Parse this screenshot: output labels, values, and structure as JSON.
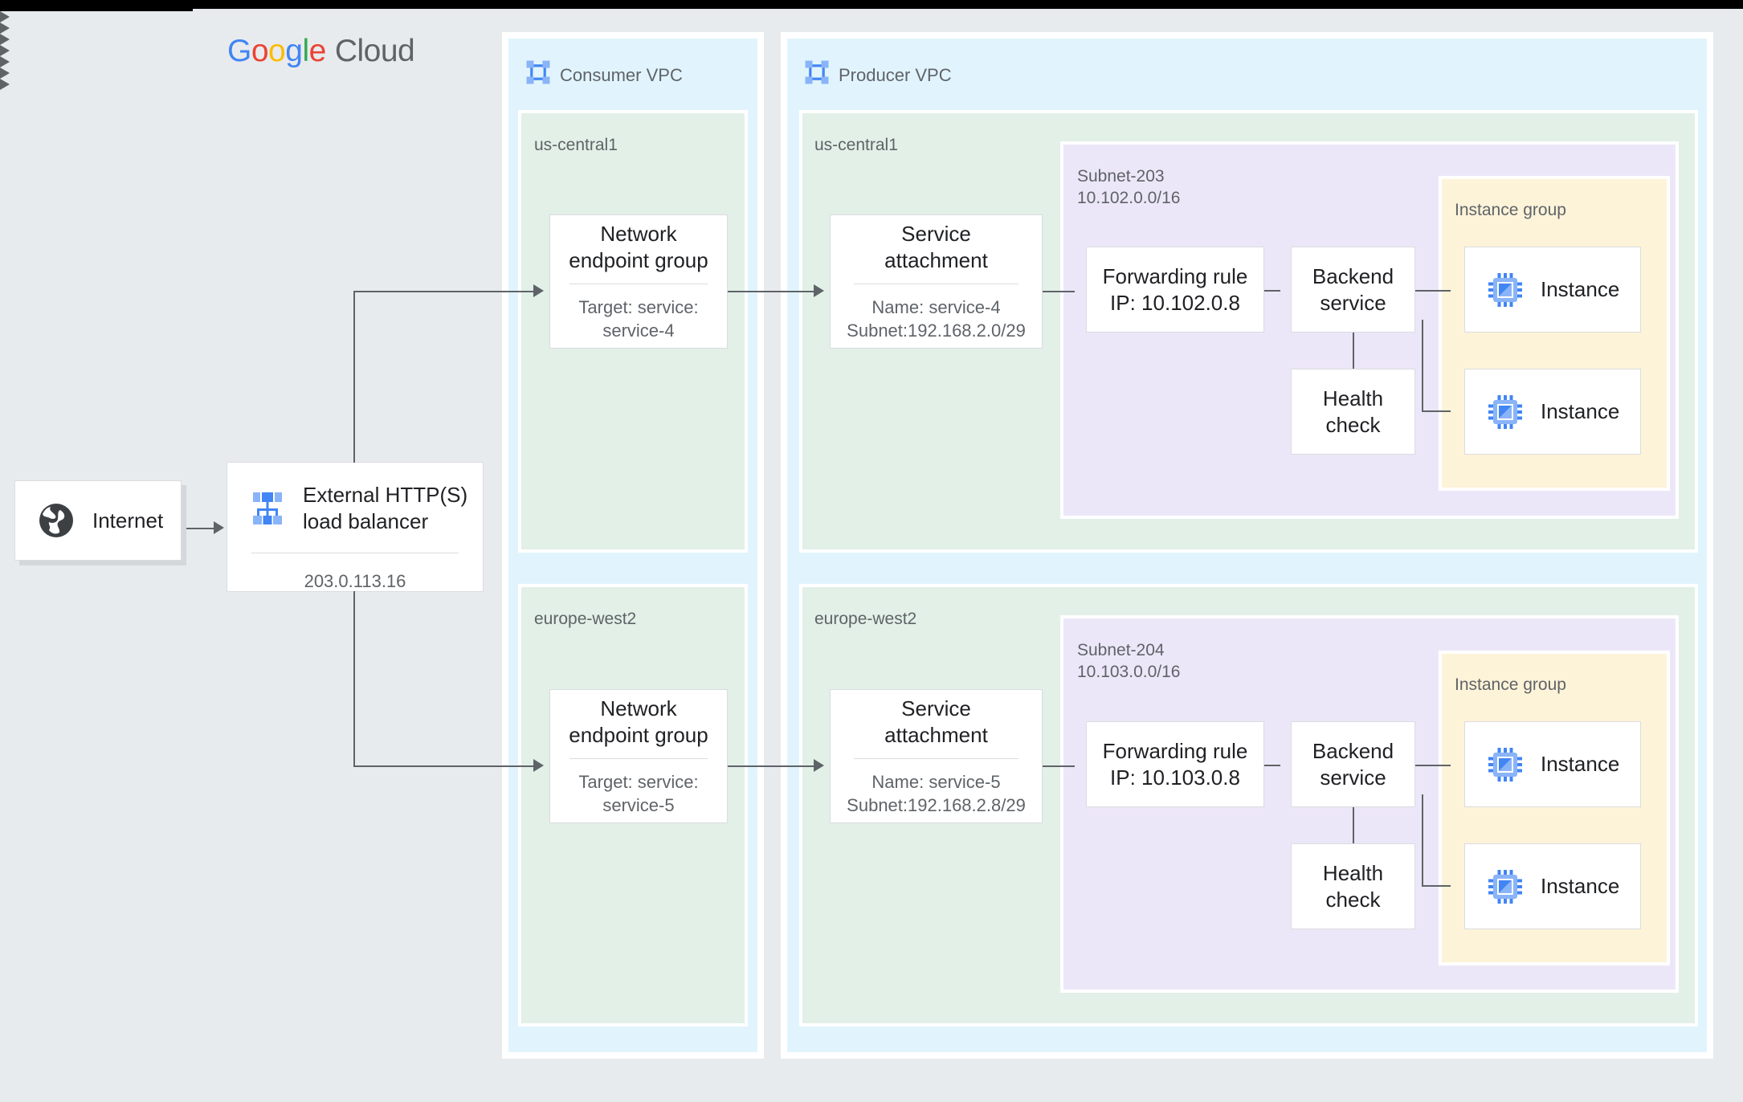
{
  "brand": {
    "google_letters": [
      "G",
      "o",
      "o",
      "g",
      "l",
      "e"
    ],
    "cloud_word": "Cloud",
    "colors": {
      "blue": "#4285F4",
      "red": "#EA4335",
      "yellow": "#FBBC05",
      "green": "#34A853",
      "grey": "#5F6368"
    }
  },
  "palette": {
    "canvas_bg": "#e8ebed",
    "vpc_bg": "#e1f4fd",
    "region_bg": "#e2f0e7",
    "subnet_bg": "#ece7f8",
    "instance_group_bg": "#fdf3d8",
    "card_bg": "#ffffff",
    "card_border": "#dadce0",
    "connector": "#5f6368",
    "text_primary": "#202124",
    "text_secondary": "#5f6368",
    "icon_blue": "#4285F4",
    "icon_blue_light": "#8ab4f8"
  },
  "external": {
    "internet": {
      "label": "Internet",
      "icon": "globe-icon"
    },
    "load_balancer": {
      "title": "External HTTP(S)\nload balancer",
      "ip": "203.0.113.16",
      "icon": "load-balancer-icon"
    }
  },
  "vpcs": [
    {
      "id": "consumer",
      "title": "Consumer VPC",
      "icon": "vpc-network-icon",
      "regions": [
        {
          "id": "consumer-us-central1",
          "label": "us-central1",
          "nodes": [
            {
              "id": "neg-us-central1",
              "name": "network-endpoint-group",
              "title": "Network\nendpoint group",
              "sub": "Target: service:\nservice-4"
            }
          ]
        },
        {
          "id": "consumer-europe-west2",
          "label": "europe-west2",
          "nodes": [
            {
              "id": "neg-europe-west2",
              "name": "network-endpoint-group",
              "title": "Network\nendpoint group",
              "sub": "Target: service:\nservice-5"
            }
          ]
        }
      ]
    },
    {
      "id": "producer",
      "title": "Producer VPC",
      "icon": "vpc-network-icon",
      "regions": [
        {
          "id": "producer-us-central1",
          "label": "us-central1",
          "service_attachment": {
            "title": "Service\nattachment",
            "sub": "Name: service-4\nSubnet:192.168.2.0/29"
          },
          "subnet": {
            "label": "Subnet-203\n10.102.0.0/16",
            "forwarding_rule": {
              "title": "Forwarding rule\nIP: 10.102.0.8"
            },
            "backend_service": {
              "title": "Backend\nservice"
            },
            "health_check": {
              "title": "Health\ncheck"
            },
            "instance_group": {
              "label": "Instance group",
              "instances": [
                {
                  "label": "Instance",
                  "icon": "instance-chip-icon"
                },
                {
                  "label": "Instance",
                  "icon": "instance-chip-icon"
                }
              ]
            }
          }
        },
        {
          "id": "producer-europe-west2",
          "label": "europe-west2",
          "service_attachment": {
            "title": "Service\nattachment",
            "sub": "Name: service-5\nSubnet:192.168.2.8/29"
          },
          "subnet": {
            "label": "Subnet-204\n10.103.0.0/16",
            "forwarding_rule": {
              "title": "Forwarding rule\nIP: 10.103.0.8"
            },
            "backend_service": {
              "title": "Backend\nservice"
            },
            "health_check": {
              "title": "Health\ncheck"
            },
            "instance_group": {
              "label": "Instance group",
              "instances": [
                {
                  "label": "Instance",
                  "icon": "instance-chip-icon"
                },
                {
                  "label": "Instance",
                  "icon": "instance-chip-icon"
                }
              ]
            }
          }
        }
      ]
    }
  ]
}
